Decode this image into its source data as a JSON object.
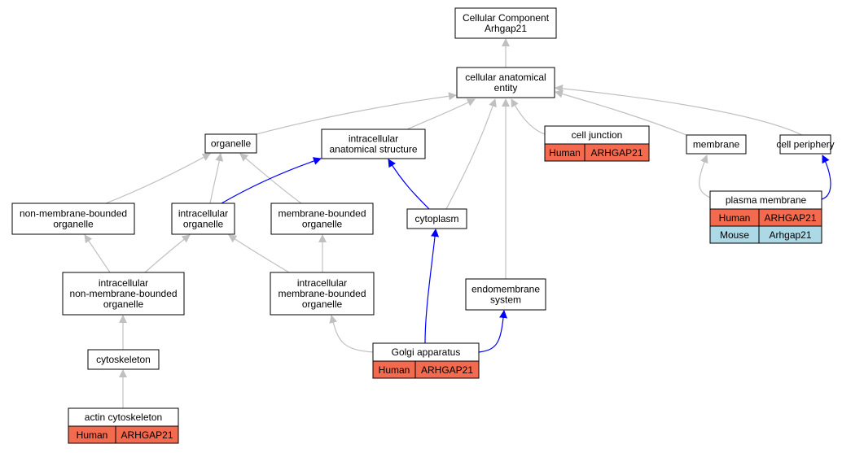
{
  "colors": {
    "edge_gray": "#c0c0c0",
    "edge_blue": "#0000ff",
    "human": "#f46a4e",
    "mouse": "#add8e6"
  },
  "nodes": {
    "root": {
      "lines": [
        "Cellular Component",
        "Arhgap21"
      ]
    },
    "cae": {
      "lines": [
        "cellular anatomical",
        "entity"
      ]
    },
    "organelle": {
      "lines": [
        "organelle"
      ]
    },
    "ias": {
      "lines": [
        "intracellular",
        "anatomical structure"
      ]
    },
    "cell_junction": {
      "lines": [
        "cell junction"
      ],
      "rows": [
        {
          "species": "Human",
          "gene": "ARHGAP21",
          "color": "human"
        }
      ]
    },
    "membrane": {
      "lines": [
        "membrane"
      ]
    },
    "cell_periphery": {
      "lines": [
        "cell periphery"
      ]
    },
    "nmbo": {
      "lines": [
        "non-membrane-bounded",
        "organelle"
      ]
    },
    "io": {
      "lines": [
        "intracellular",
        "organelle"
      ]
    },
    "mbo": {
      "lines": [
        "membrane-bounded",
        "organelle"
      ]
    },
    "cytoplasm": {
      "lines": [
        "cytoplasm"
      ]
    },
    "plasma_membrane": {
      "lines": [
        "plasma membrane"
      ],
      "rows": [
        {
          "species": "Human",
          "gene": "ARHGAP21",
          "color": "human"
        },
        {
          "species": "Mouse",
          "gene": "Arhgap21",
          "color": "mouse"
        }
      ]
    },
    "inmbo": {
      "lines": [
        "intracellular",
        "non-membrane-bounded",
        "organelle"
      ]
    },
    "imbo": {
      "lines": [
        "intracellular",
        "membrane-bounded",
        "organelle"
      ]
    },
    "endomembrane": {
      "lines": [
        "endomembrane",
        "system"
      ]
    },
    "cytoskeleton": {
      "lines": [
        "cytoskeleton"
      ]
    },
    "golgi": {
      "lines": [
        "Golgi apparatus"
      ],
      "rows": [
        {
          "species": "Human",
          "gene": "ARHGAP21",
          "color": "human"
        }
      ]
    },
    "actin": {
      "lines": [
        "actin cytoskeleton"
      ],
      "rows": [
        {
          "species": "Human",
          "gene": "ARHGAP21",
          "color": "human"
        }
      ]
    }
  },
  "edges": [
    {
      "from": "cae",
      "to": "root",
      "color": "gray"
    },
    {
      "from": "organelle",
      "to": "cae",
      "color": "gray"
    },
    {
      "from": "ias",
      "to": "cae",
      "color": "gray"
    },
    {
      "from": "cytoplasm",
      "to": "cae",
      "color": "gray"
    },
    {
      "from": "endomembrane",
      "to": "cae",
      "color": "gray"
    },
    {
      "from": "cell_junction",
      "to": "cae",
      "color": "gray"
    },
    {
      "from": "membrane",
      "to": "cae",
      "color": "gray"
    },
    {
      "from": "cell_periphery",
      "to": "cae",
      "color": "gray"
    },
    {
      "from": "nmbo",
      "to": "organelle",
      "color": "gray"
    },
    {
      "from": "io",
      "to": "organelle",
      "color": "gray"
    },
    {
      "from": "mbo",
      "to": "organelle",
      "color": "gray"
    },
    {
      "from": "io",
      "to": "ias",
      "color": "blue"
    },
    {
      "from": "cytoplasm",
      "to": "ias",
      "color": "blue"
    },
    {
      "from": "plasma_membrane",
      "to": "membrane",
      "color": "gray"
    },
    {
      "from": "plasma_membrane",
      "to": "cell_periphery",
      "color": "blue"
    },
    {
      "from": "inmbo",
      "to": "nmbo",
      "color": "gray"
    },
    {
      "from": "inmbo",
      "to": "io",
      "color": "gray"
    },
    {
      "from": "imbo",
      "to": "io",
      "color": "gray"
    },
    {
      "from": "imbo",
      "to": "mbo",
      "color": "gray"
    },
    {
      "from": "cytoskeleton",
      "to": "inmbo",
      "color": "gray"
    },
    {
      "from": "actin",
      "to": "cytoskeleton",
      "color": "gray"
    },
    {
      "from": "golgi",
      "to": "imbo",
      "color": "gray"
    },
    {
      "from": "golgi",
      "to": "cytoplasm",
      "color": "blue"
    },
    {
      "from": "golgi",
      "to": "endomembrane",
      "color": "blue"
    }
  ]
}
